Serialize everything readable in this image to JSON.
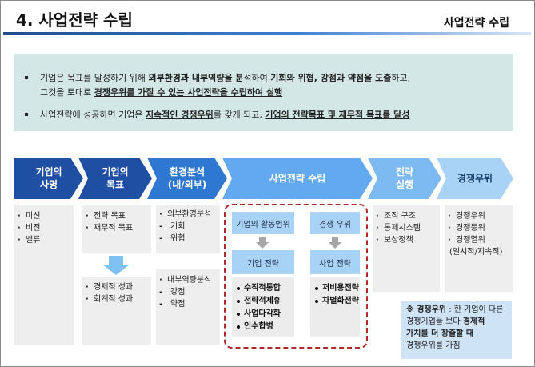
{
  "header": {
    "title": "4. 사업전략 수립",
    "subtitle": "사업전략 수립"
  },
  "intro": {
    "bullet1_line1_a": "기업은 목표를 달성하기 위해 ",
    "bullet1_line1_b": "외부환경과 내부역량을 분",
    "bullet1_line1_c": "석하여 ",
    "bullet1_line1_d": "기회와 위협, 강점과 약점을 도출",
    "bullet1_line1_e": "하고,",
    "bullet1_line2_a": "그것을 토대로 ",
    "bullet1_line2_b": "경쟁우위를 가질 수 있는 사업전략을 수립하여 실행",
    "bullet2_a": "사업전략에 성공하면 기업은 ",
    "bullet2_b": "지속적인 경쟁우위",
    "bullet2_c": "를 갖게 되고, ",
    "bullet2_d": "기업의 전략목표 및 재무적 목표를 달성"
  },
  "flow": {
    "steps": [
      {
        "label": "기업의\n사명"
      },
      {
        "label": "기업의\n목표"
      },
      {
        "label": "환경분석\n(내/외부)"
      },
      {
        "label": "사업전략 수립"
      },
      {
        "label": "전략\n실행"
      },
      {
        "label": "경쟁우위"
      }
    ]
  },
  "mission": {
    "items": [
      "미션",
      "비전",
      "밸류"
    ]
  },
  "goals": {
    "top": [
      "전략 목표",
      "재무적 목표"
    ],
    "bottom": [
      "경제적 성과",
      "회계적 성과"
    ]
  },
  "environment": {
    "external_title": "외부환경분석",
    "external_items": [
      "기회",
      "위협"
    ],
    "internal_title": "내부역량분석",
    "internal_items": [
      "강점",
      "약점"
    ]
  },
  "strategy": {
    "scope_label": "기업의 활동범위",
    "advantage_label": "경쟁 우위",
    "corporate_label": "기업 전략",
    "business_label": "사업 전략",
    "corporate_items": [
      "수직적통합",
      "전략적제휴",
      "사업다각화",
      "인수합병"
    ],
    "business_items": [
      "저비용전략",
      "차별화전략"
    ]
  },
  "execution": {
    "items": [
      "조직 구조",
      "통제시스템",
      "보상정책"
    ]
  },
  "advantage": {
    "items": [
      "경쟁우위",
      "경쟁등위",
      "경쟁열위"
    ],
    "note": "(일시적/지속적)"
  },
  "note": {
    "label": "※ 경쟁우위",
    "text1": " : 한 기업이 다른",
    "text2": "경쟁기업들 보다 ",
    "text2_b": "경제적",
    "text3_b": "가치를 더 창출할  때",
    "text4": "경쟁우위를 가짐"
  },
  "colors": {
    "dark": "#1f4fa3",
    "mid": "#2f78d2",
    "light": "#62a9f0",
    "pale": "#a9d2f7",
    "intro_bg": "#d3e8e6",
    "border_dashed": "#b02a2a"
  }
}
